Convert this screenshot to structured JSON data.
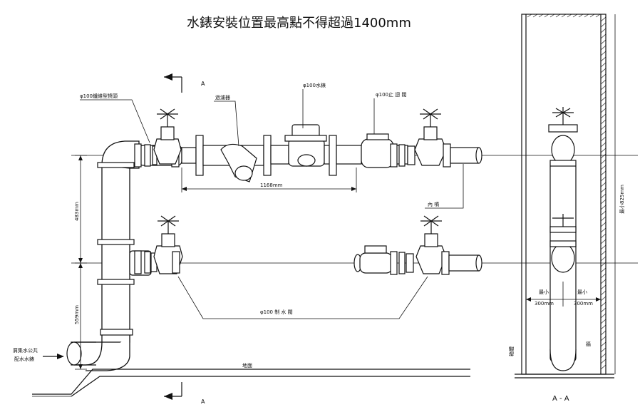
{
  "title": "水錶安裝位置最高點不得超過1400mm",
  "labels": {
    "flex_joint": "φ100纖維型撓頭",
    "strainer": "過濾器",
    "meter": "φ100水錶",
    "check_valve": "φ100止 迴 閥",
    "inner_pipe": "內 噴",
    "gate_valve": "φ100 制 水 閥",
    "ground": "地面",
    "inlet": "屑集水公共\n配水水錶",
    "section_mark_top": "A",
    "section_mark_bottom": "A",
    "section_title": "A - A",
    "min_left": "最小",
    "min_left_val": "300mm",
    "min_right": "最小",
    "min_right_val": "300mm",
    "wall_label": "牆",
    "cabinet_label": "箱體"
  },
  "dimensions": {
    "length_1168": "1168mm",
    "height_483": "483mm",
    "height_559": "559mm",
    "right_height": "最小825mm"
  }
}
